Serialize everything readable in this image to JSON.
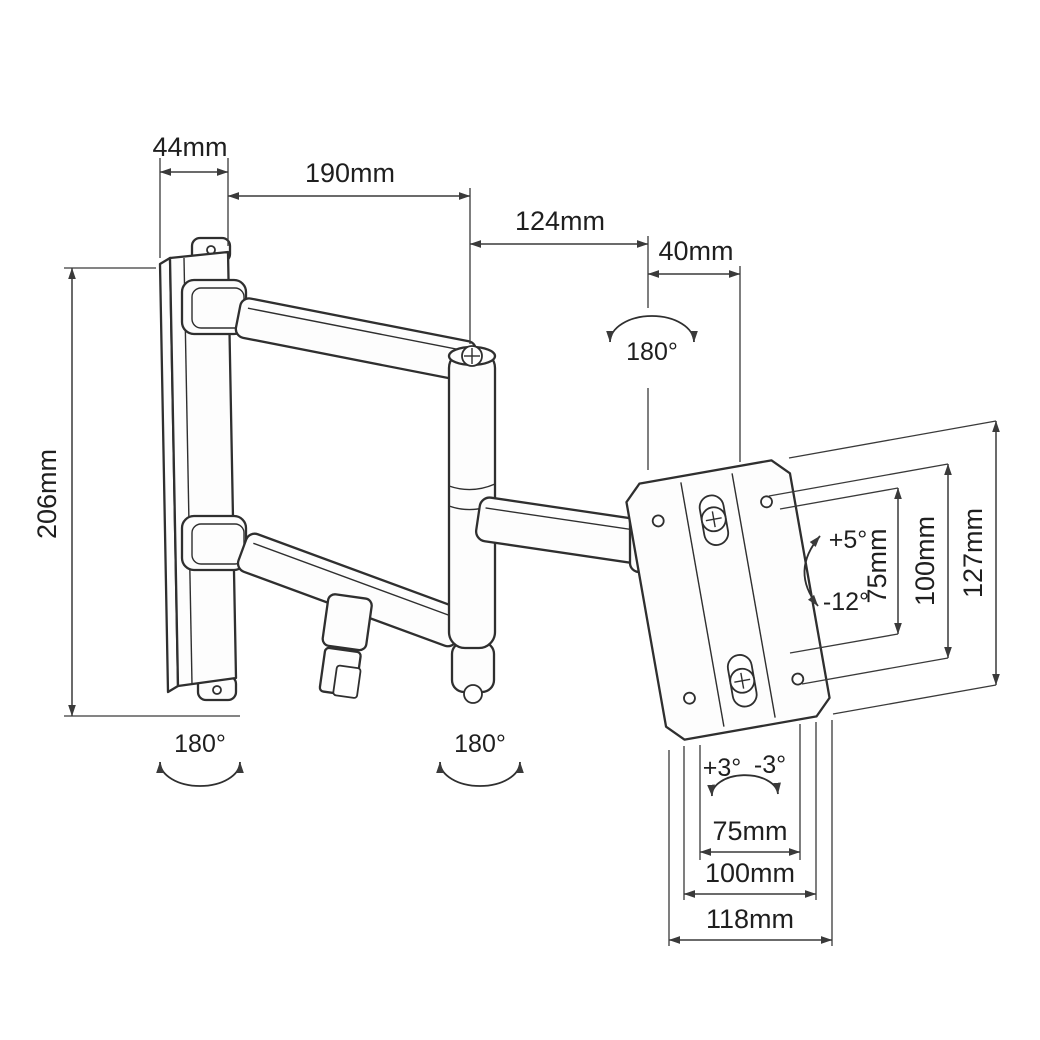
{
  "diagram": {
    "subject": "Articulating TV wall mount bracket - dimensional drawing",
    "line_color": "#2f2f2f",
    "dims": {
      "wall_plate_depth": "44mm",
      "upper_arm_length": "190mm",
      "forearm_length": "124mm",
      "pivot_to_plate": "40mm",
      "wall_plate_height": "206mm",
      "vesa_75_vertical": "75mm",
      "vesa_100_vertical": "100mm",
      "plate_height": "127mm",
      "vesa_75_horizontal": "75mm",
      "vesa_100_horizontal": "100mm",
      "plate_width": "118mm"
    },
    "angles": {
      "swivel_front": "180°",
      "swivel_wall": "180°",
      "swivel_mid": "180°",
      "tilt_up": "+5°",
      "tilt_down": "-12°",
      "roll_right": "+3°",
      "roll_left": "-3°"
    }
  }
}
